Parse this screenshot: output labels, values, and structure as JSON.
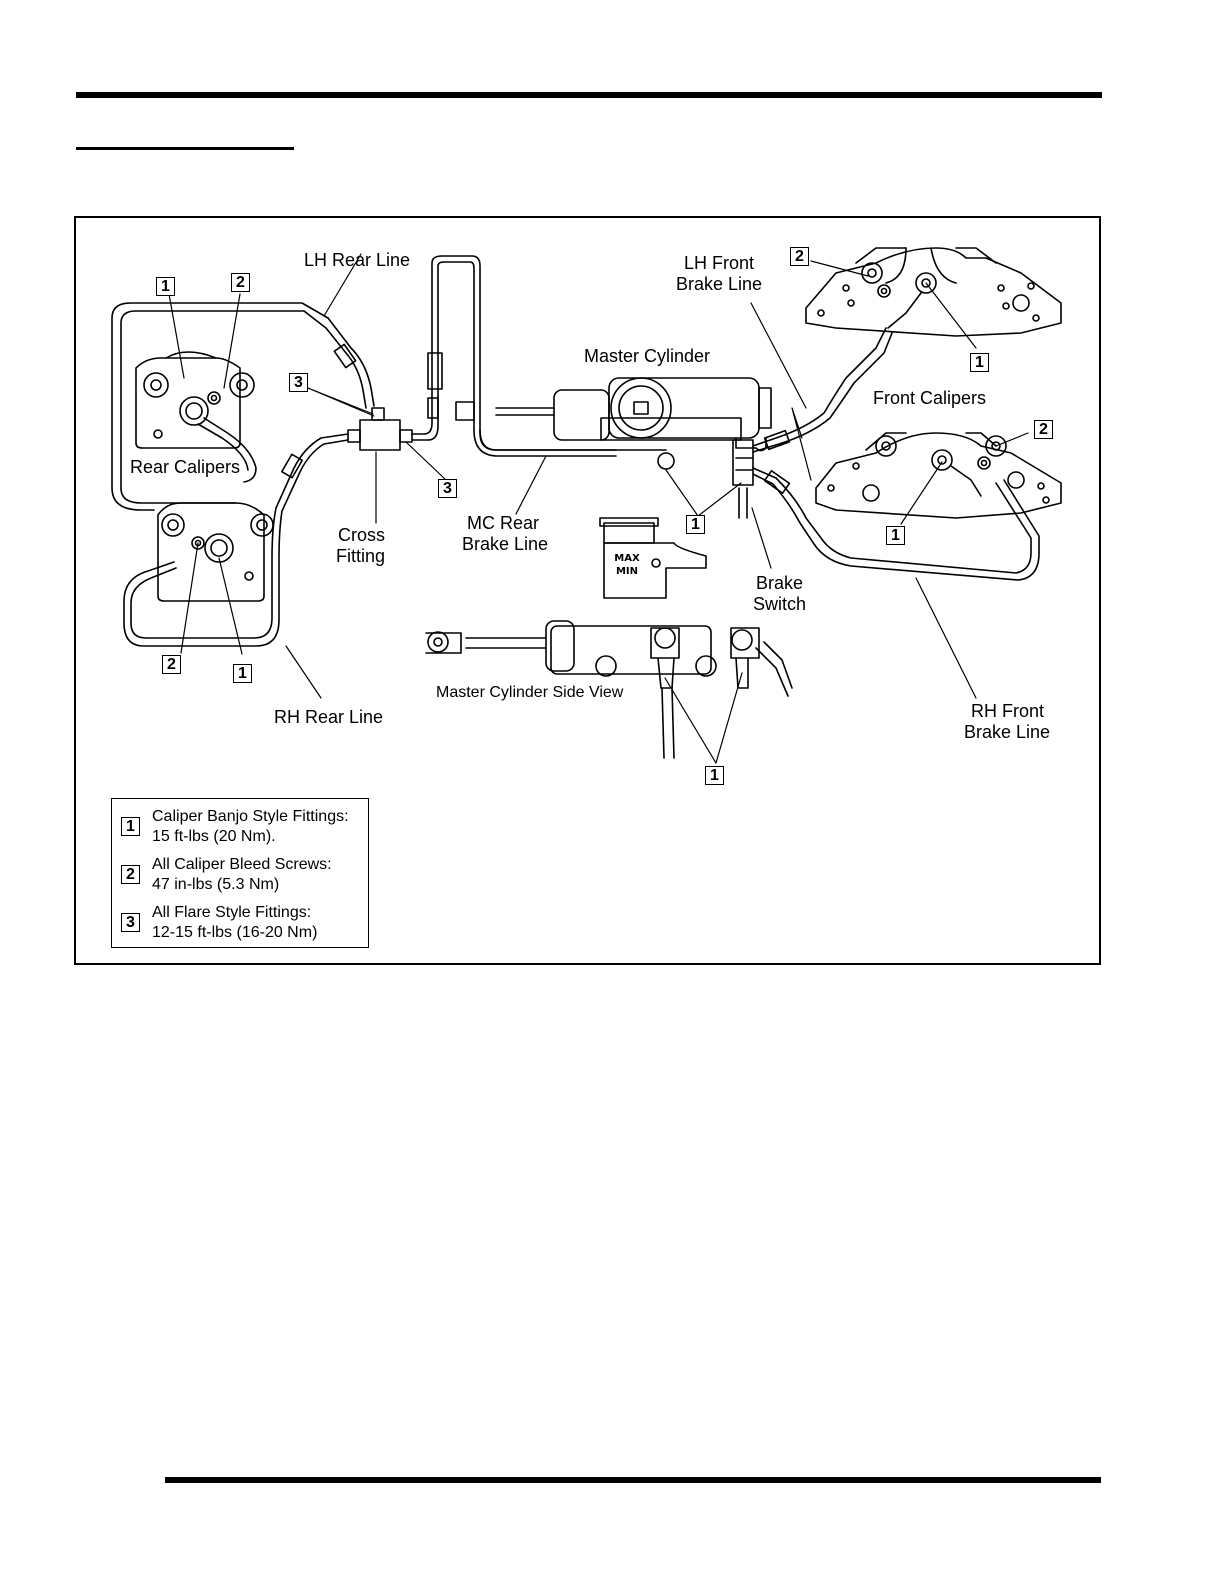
{
  "labels": {
    "lh_rear_line": "LH Rear Line",
    "lh_front_line_1": "LH Front",
    "lh_front_line_2": "Brake Line",
    "master_cylinder": "Master Cylinder",
    "front_calipers": "Front Calipers",
    "rear_calipers": "Rear Calipers",
    "cross_fitting_1": "Cross",
    "cross_fitting_2": "Fitting",
    "mc_rear_line_1": "MC Rear",
    "mc_rear_line_2": "Brake Line",
    "brake_switch_1": "Brake",
    "brake_switch_2": "Switch",
    "mc_side_view": "Master Cylinder Side View",
    "rh_rear_line": "RH Rear Line",
    "rh_front_line_1": "RH Front",
    "rh_front_line_2": "Brake Line",
    "reservoir_max": "MAX",
    "reservoir_min": "MIN"
  },
  "callouts": {
    "one": "1",
    "two": "2",
    "three": "3"
  },
  "legend": [
    {
      "number": "1",
      "line1": "Caliper Banjo Style Fittings:",
      "line2": "15 ft-lbs (20 Nm)."
    },
    {
      "number": "2",
      "line1": "All Caliper Bleed Screws:",
      "line2": "47 in-lbs (5.3 Nm)"
    },
    {
      "number": "3",
      "line1": "All Flare Style Fittings:",
      "line2": "12-15 ft-lbs (16-20 Nm)"
    }
  ]
}
